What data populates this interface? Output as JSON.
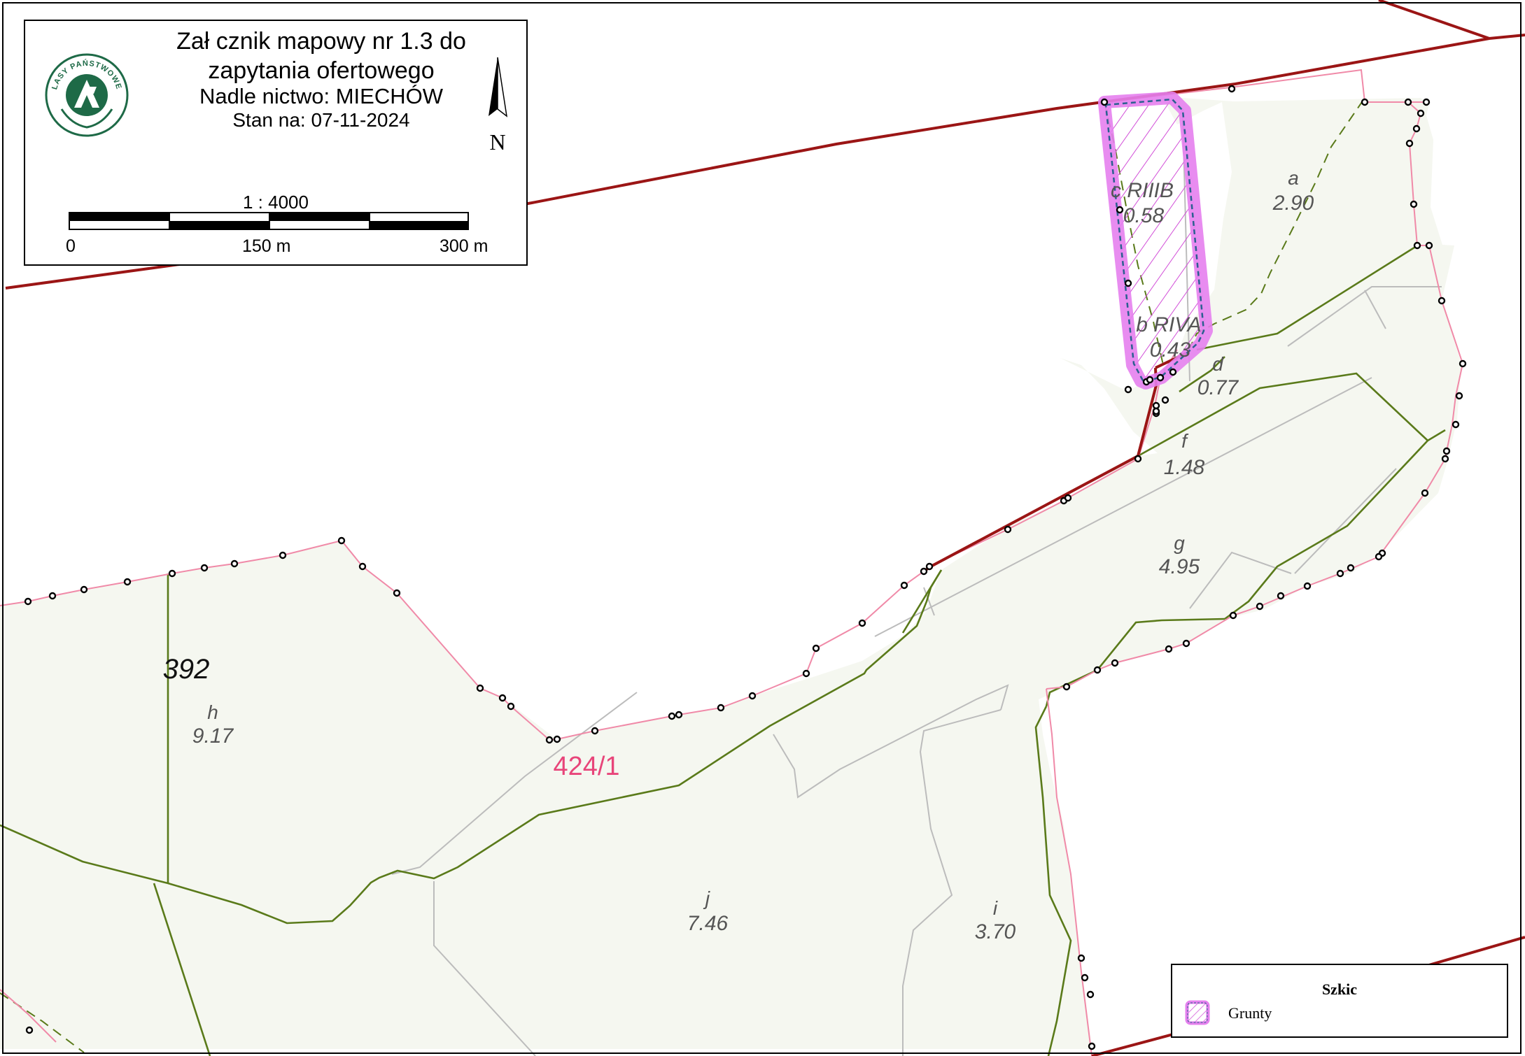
{
  "header": {
    "title_line1": "Zał  cznik mapowy nr 1.3 do",
    "title_line2": "zapytania ofertowego",
    "title_line3": "Nadle  nictwo: MIECHÓW",
    "title_line4": "Stan na: 07-11-2024",
    "logo_text": "LASY PAŃSTWOWE",
    "north_label": "N",
    "scale_text": "1 : 4000",
    "scale_ticks": [
      "0",
      "150 m",
      "300 m"
    ]
  },
  "legend": {
    "title": "Szkic",
    "items": [
      {
        "label": "Grunty",
        "swatch": "pink-hatch"
      }
    ]
  },
  "parcels": {
    "p392": "392",
    "p424": "424/1"
  },
  "areas": {
    "a": {
      "letter": "a",
      "value": "2.90"
    },
    "c": {
      "letter": "c RIIIB",
      "value": "0.58"
    },
    "b": {
      "letter": "b RIVA",
      "value": "0.43"
    },
    "d": {
      "letter": "d",
      "value": "0.77"
    },
    "f": {
      "letter": "f",
      "value": "1.48"
    },
    "g": {
      "letter": "g",
      "value": "4.95"
    },
    "h": {
      "letter": "h",
      "value": "9.17"
    },
    "j": {
      "letter": "j",
      "value": "7.46"
    },
    "i": {
      "letter": "i",
      "value": "3.70"
    }
  },
  "colors": {
    "forest_boundary": "#9b1515",
    "cadastral_line": "#f08aa8",
    "subdivision_line": "#5a7a1a",
    "gray_line": "#b8b8b8",
    "fill": "#f5f7f0",
    "highlight": "#e680ee",
    "parcel_label": "#e8457a"
  }
}
